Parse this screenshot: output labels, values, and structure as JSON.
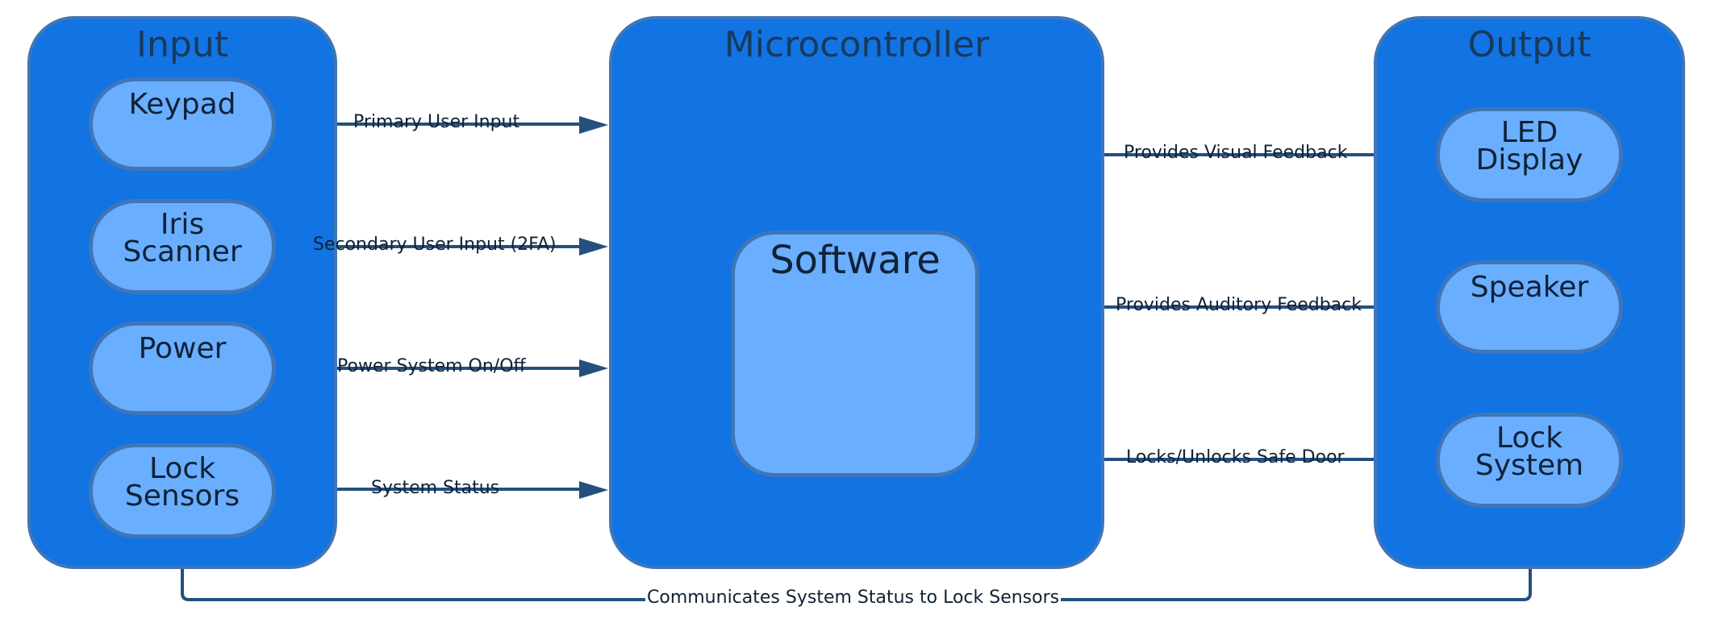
{
  "groups": {
    "input": {
      "title": "Input"
    },
    "micro": {
      "title": "Microcontroller"
    },
    "output": {
      "title": "Output"
    }
  },
  "nodes": {
    "keypad": "Keypad",
    "iris": "Iris\nScanner",
    "power": "Power",
    "lock_sensors": "Lock\nSensors",
    "software": "Software",
    "led": "LED\nDisplay",
    "speaker": "Speaker",
    "lock_system": "Lock\nSystem"
  },
  "edges": {
    "keypad": "Primary User Input",
    "iris": "Secondary User Input (2FA)",
    "power": "Power System On/Off",
    "lock_sensors": "System Status",
    "led": "Provides Visual Feedback",
    "speaker": "Provides Auditory Feedback",
    "lock_system": "Locks/Unlocks Safe Door",
    "feedback": "Communicates System Status to Lock Sensors"
  },
  "colors": {
    "group_fill": "#1273e2",
    "node_fill": "#6aaeff",
    "border": "#3f76b9",
    "edge": "#24507d"
  }
}
